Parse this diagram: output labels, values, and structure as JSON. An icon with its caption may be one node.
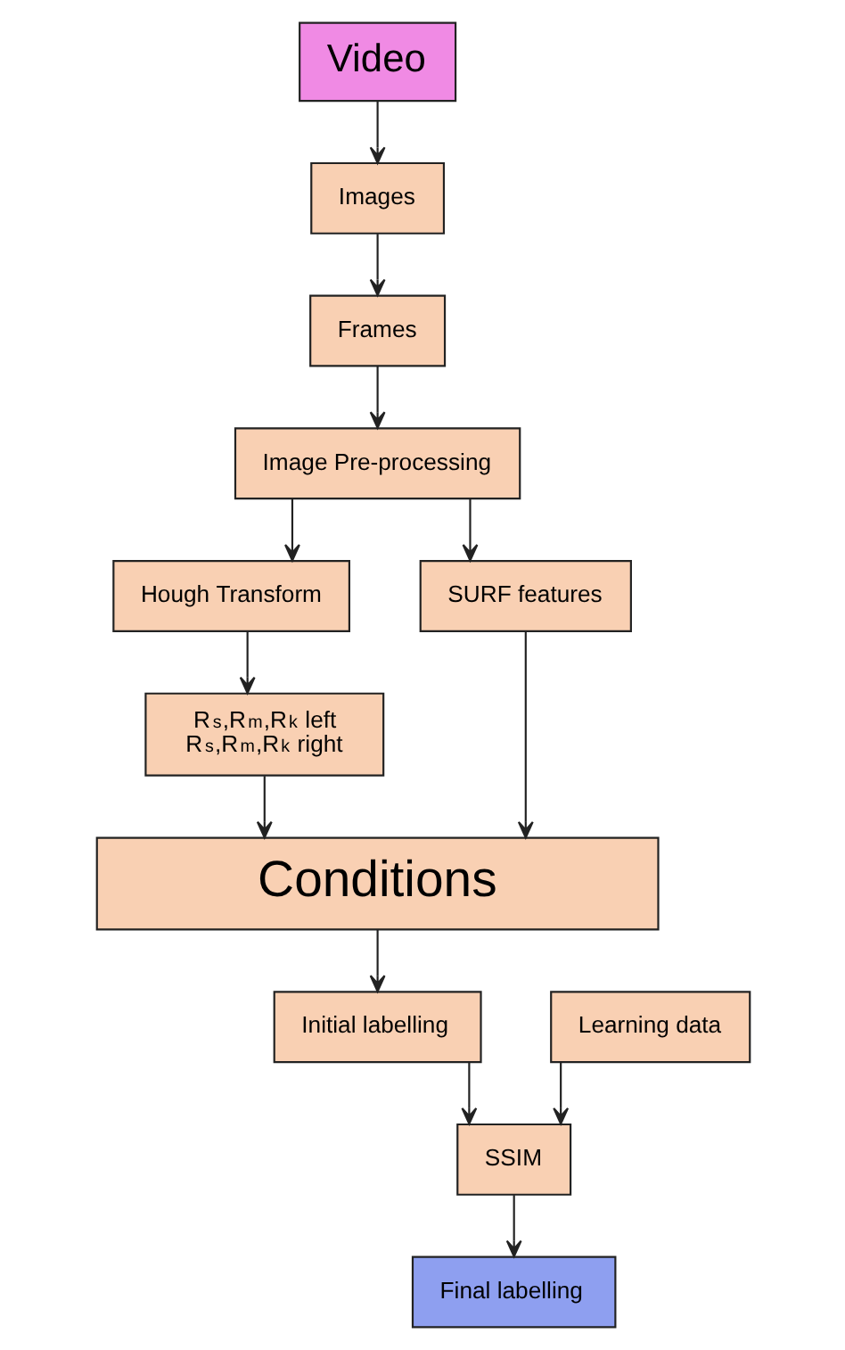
{
  "diagram": {
    "nodes": [
      {
        "text": [
          "Video"
        ]
      },
      {
        "text": [
          "Images"
        ]
      },
      {
        "text": [
          "Frames"
        ]
      },
      {
        "text": [
          "Image Pre-processing"
        ]
      },
      {
        "text": [
          "Hough Transform"
        ]
      },
      {
        "text": [
          "SURF features"
        ]
      },
      {
        "text": [
          "R$_{s}$,R$_{m}$,R$_{k}$ left",
          "R$_{s}$,R$_{m}$,R$_{k}$ right"
        ]
      },
      {
        "text": [
          "Conditions"
        ]
      },
      {
        "text": [
          "Learning data"
        ]
      },
      {
        "text": [
          "Initial labelling"
        ]
      },
      {
        "text": [
          "SSIM"
        ]
      },
      {
        "text": [
          "Final labelling"
        ]
      }
    ],
    "edges": [
      {
        "from": 0,
        "to": 1,
        "arrow": "to"
      },
      {
        "from": 1,
        "to": 2,
        "arrow": "to"
      },
      {
        "from": 2,
        "to": 3,
        "arrow": "to"
      },
      {
        "from": 3,
        "to": 4,
        "arrow": "to"
      },
      {
        "from": 3,
        "to": 5,
        "arrow": "to"
      },
      {
        "from": 4,
        "to": 6,
        "arrow": "to"
      },
      {
        "from": 6,
        "to": 7,
        "arrow": "to"
      },
      {
        "from": 5,
        "to": 7,
        "arrow": "to"
      },
      {
        "from": 7,
        "to": 9,
        "arrow": "to"
      },
      {
        "from": 9,
        "to": 10,
        "arrow": "to"
      },
      {
        "from": 8,
        "to": 10,
        "arrow": "to"
      },
      {
        "from": 10,
        "to": 11,
        "arrow": "to"
      }
    ]
  }
}
